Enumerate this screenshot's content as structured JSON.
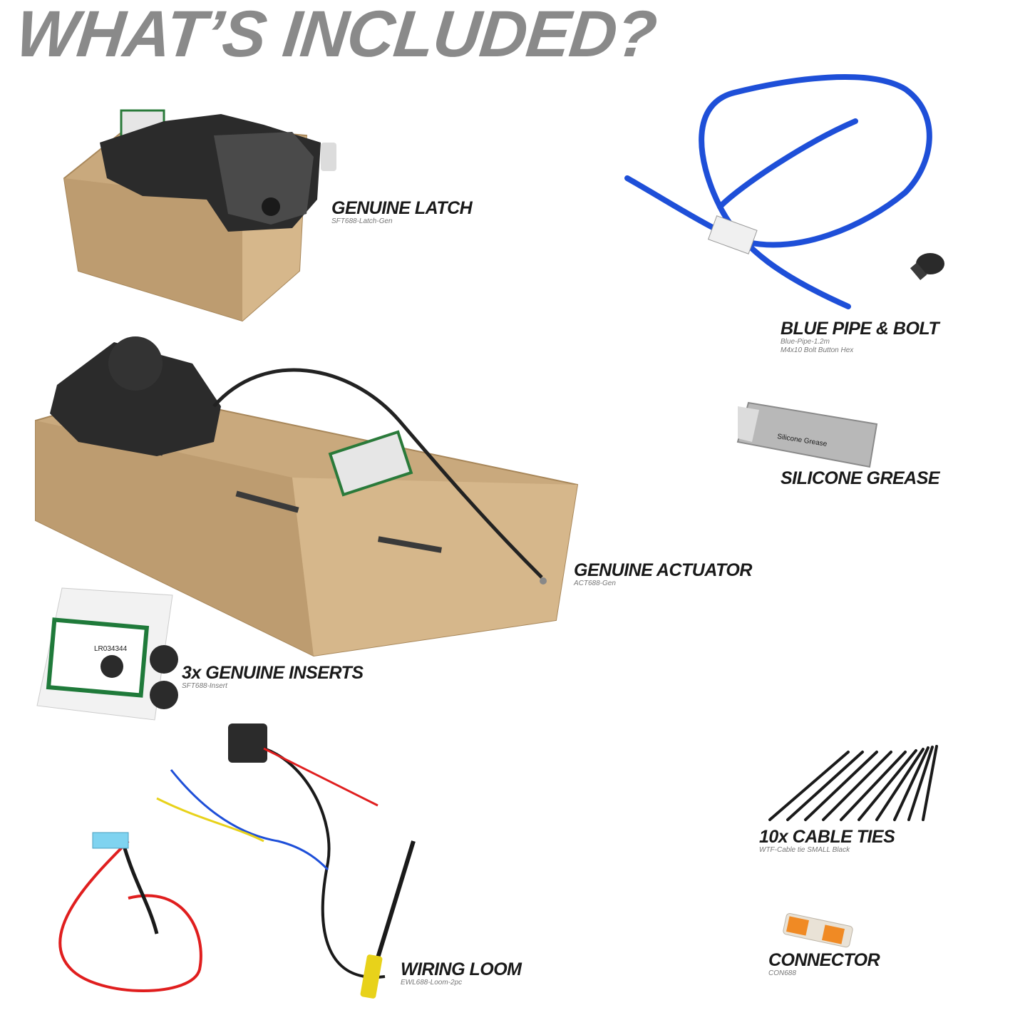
{
  "title": "WHAT’S INCLUDED?",
  "items": [
    {
      "name": "GENUINE LATCH",
      "sku": [
        "SFT688-Latch-Gen"
      ]
    },
    {
      "name": "BLUE PIPE & BOLT",
      "sku": [
        "Blue-Pipe-1.2m",
        "M4x10 Bolt Button Hex"
      ]
    },
    {
      "name": "SILICONE GREASE",
      "sku": []
    },
    {
      "name": "GENUINE ACTUATOR",
      "sku": [
        "ACT688-Gen"
      ]
    },
    {
      "name": "3x GENUINE INSERTS",
      "sku": [
        "SFT688-Insert"
      ]
    },
    {
      "name": "10x CABLE TIES",
      "sku": [
        "WTF-Cable tie SMALL Black"
      ]
    },
    {
      "name": "WIRING LOOM",
      "sku": [
        "EWL688-Loom-2pc"
      ]
    },
    {
      "name": "CONNECTOR",
      "sku": [
        "CON688"
      ]
    }
  ],
  "product_texts": {
    "grease_sachet": "Silicone Grease",
    "insert_part_number": "LR034344"
  },
  "colors": {
    "title": "#8a8a8a",
    "cardboard": "#c9a97d",
    "blue_pipe": "#1e4fd8",
    "wire_red": "#e01e1e",
    "connector_orange": "#f08a24",
    "terminal_yellow": "#e8d21a"
  }
}
